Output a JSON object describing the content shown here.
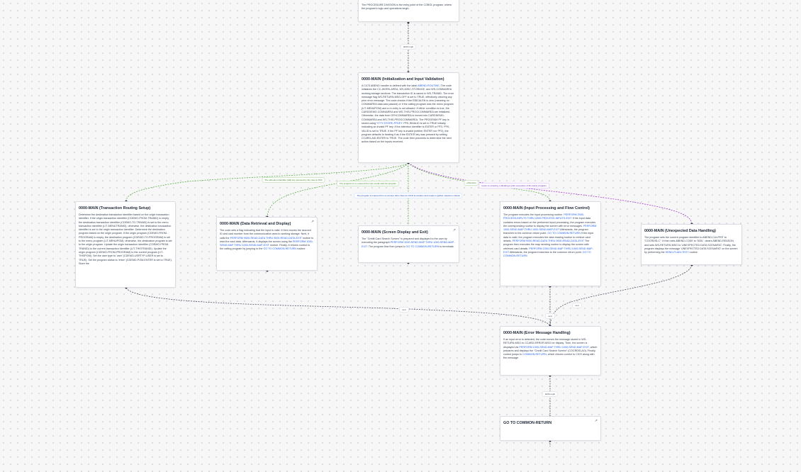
{
  "nodes": {
    "procedure": {
      "title": "",
      "body": "The PROCEDURE DIVISION is the entry point of the COBOL program, where the program's logic and operations begin."
    },
    "main_init": {
      "title": "0000-MAIN (Initialization and Input Validation)",
      "body_parts": [
        {
          "t": "A CICS ABEND handler is defined with the label "
        },
        {
          "t": "ABEND-ROUTINE",
          "link": true
        },
        {
          "t": ". The code initializes the CC-WORK-AREA, WS-MISC-STORAGE, and WS-COMMAREA working storage sections. The transaction ID is saved in WS-TRANID. The error message flag WS-RETURN-MSG-OFF is set to TRUE, effectively clearing any prior error message. The code checks if the EIBCALEN is zero (meaning no COMMAREA data was passed) or if the calling program was the menu program (LIT-MENUPGM) and a re-entry is not allowed. If either condition is true, the CARDDEMO-COMMAREA and WS-THIS-PROGCOMMAREA are initialized. Otherwise, the data from DFHCOMMAREA is moved into CARDDEMO-COMMAREA and WS-THIS-PROGCOMMAREA. The PROGRAM PF key is stored using "
        },
        {
          "t": "YYYY-STORE-PFKEY",
          "link": true
        },
        {
          "t": ". PFK-INVALID is set to TRUE initially, indicating an invalid PF key. If the attention identifier is ENTER or PF3, PFK-VALID is set to TRUE. If the PF key is invalid (neither ENTER nor PF3), the program defaults to treating it as if the ENTER key was pressed by setting CCARD-AID-ENTER to TRUE. The code then proceeds to determine the next action based on the inputs received."
        }
      ]
    },
    "routing": {
      "title": "0000-MAIN (Transaction Routing Setup)",
      "body": "Determine the destination transaction identifier based on the origin transaction identifier. If the origin transaction identifier (CDEMO-FROM-TRANID) is empty, the destination transaction identifier (CDEMO-TO-TRANID) is set to the menu transaction identifier (LIT-MENUTRANID); otherwise, the destination transaction identifier is set to the origin transaction identifier. Determine the destination program based on the origin program. If the origin program (CDEMO-FROM-PROGRAM) is empty, the destination program (CDEMO-TO-PROGRAM) is set to the menu program (LIT-MENUPGM); otherwise, the destination program is set to the origin program. Update the origin transaction identifier (CDEMO-FROM-TRANID) to the current transaction identifier (LIT-THISTRANID). Update the origin program (CDEMO-FROM-PROGRAM) to the current program (LIT-THISPGM). Set the user type to 'user' (CDEMO-USRTYP-USER is set to TRUE). Set the program status to 'enter' (CDEMO-PGM-ENTER is set to TRUE). Store the"
    },
    "retrieval": {
      "title": "0000-MAIN (Data Retrieval and Display)",
      "body_parts": [
        {
          "t": "The code sets a flag indicating that the input is valid. It then moves the account ID and card number from the communication area to working storage. Next, it calls the "
        },
        {
          "t": "PERFORM 9000-READ-DATA THRU 9000-READ-DATA-EXIT",
          "link": true
        },
        {
          "t": " routine to read the card data. Afterwards, it displays the screen using the "
        },
        {
          "t": "PERFORM 1000-SEND-MAP THRU 1000-SEND-MAP-EXIT",
          "link": true
        },
        {
          "t": " routine. Finally, it returns control to the calling program by jumping to the "
        },
        {
          "t": "GO TO COMMON-RETURN",
          "link": true
        },
        {
          "t": " routine."
        }
      ]
    },
    "screen": {
      "title": "0000-MAIN (Screen Display and Exit)",
      "body_parts": [
        {
          "t": "The \"Credit Card Search Screen\" is prepared and displayed to the user by executing the paragraph "
        },
        {
          "t": "PERFORM 1000-SEND-MAP THRU 1000-SEND-MAP-EXIT",
          "link": true
        },
        {
          "t": ". The program flow then jumps to "
        },
        {
          "t": "GO TO COMMON-RETURN",
          "link": true
        },
        {
          "t": " to terminate."
        }
      ]
    },
    "input_proc": {
      "title": "0000-MAIN (Input Processing and Flow Control)",
      "body_parts": [
        {
          "t": "The program executes the input processing routine. "
        },
        {
          "t": "PERFORM 2000-PROCESS-INPUTS THRU 2000-PROCESS-INPUTS-EXIT",
          "link": true
        },
        {
          "t": " If the input data contains errors based on the performed input processing, the program executes the corresponding routine to display the screen with error messages. "
        },
        {
          "t": "PERFORM 1000-SEND-MAP THRU 1000-SEND-MAP-EXIT",
          "link": true
        },
        {
          "t": " Afterwards, the program branches to the common return point. "
        },
        {
          "t": "GO TO COMMON-RETURN",
          "link": true
        },
        {
          "t": " If the input data is valid, the program executes the data reading routine to retrieve card details. "
        },
        {
          "t": "PERFORM 9000-READ-DATA THRU 9000-READ-DATA-EXIT",
          "link": true
        },
        {
          "t": " The program then executes the map sending routine to display the screen with retrieved card details. "
        },
        {
          "t": "PERFORM 1000-SEND-MAP THRU 1000-SEND-MAP-EXIT",
          "link": true
        },
        {
          "t": " Afterwards, the program branches to the common return point. "
        },
        {
          "t": "GO TO COMMON-RETURN",
          "link": true
        }
      ]
    },
    "unexpected": {
      "title": "0000-MAIN (Unexpected Data Handling)",
      "body_parts": [
        {
          "t": "The program sets the current program identifier to ABEND-CULPRIT to \"COCRDSLC\". It then sets ABEND-CODE to '0001', clears ABEND-REASON, and sets WS-RETURN-MSG to 'UNEXPECTED DATA SCENARIO'. Finally, the program displays the message 'UNEXPECTED DATA SCENARIO' on the screen by performing the "
        },
        {
          "t": "SEND-PLAIN-TEXT",
          "link": true
        },
        {
          "t": " routine."
        }
      ]
    },
    "error_msg": {
      "title": "0000-MAIN (Error Message Handling)",
      "body_parts": [
        {
          "t": "If an input error is detected, the code moves the message stored in WS-RETURN-MSG to CCARD-ERROR-MSG for display. Then, the screen is displayed via "
        },
        {
          "t": "PERFORM 1000-SEND-MAP THRU 1000-SEND-MAP-EXIT",
          "link": true
        },
        {
          "t": ", which prepares and displays the \"Credit Card Search Screen\" (COCRDSLAO). Finally, control jumps to "
        },
        {
          "t": "COMMON-RETURN",
          "link": true
        },
        {
          "t": ", which returns control to CICS along with the message."
        }
      ]
    },
    "common_return": {
      "title": "GO TO COMMON-RETURN",
      "body": ""
    }
  },
  "edges": {
    "fallthrough_1": "fallthrough",
    "pf3": "The attention identifier (aid) key pressed by the user is PF3",
    "from_card": "The program is re-entered from the credit card list program",
    "from_other": "The program is entered from a context other than its CICS invocation and made to gather selection criteria",
    "reenter": "otherwise",
    "return_to_entry": "return to entering, indicating a prior execution of the same program",
    "next1": "next",
    "next2": "next",
    "next3": "next",
    "fallthrough_2": "fallthrough"
  },
  "colors": {
    "green_edge": "#5fae4a",
    "purple_edge": "#a33ac7",
    "dark_edge": "#4b5563"
  }
}
